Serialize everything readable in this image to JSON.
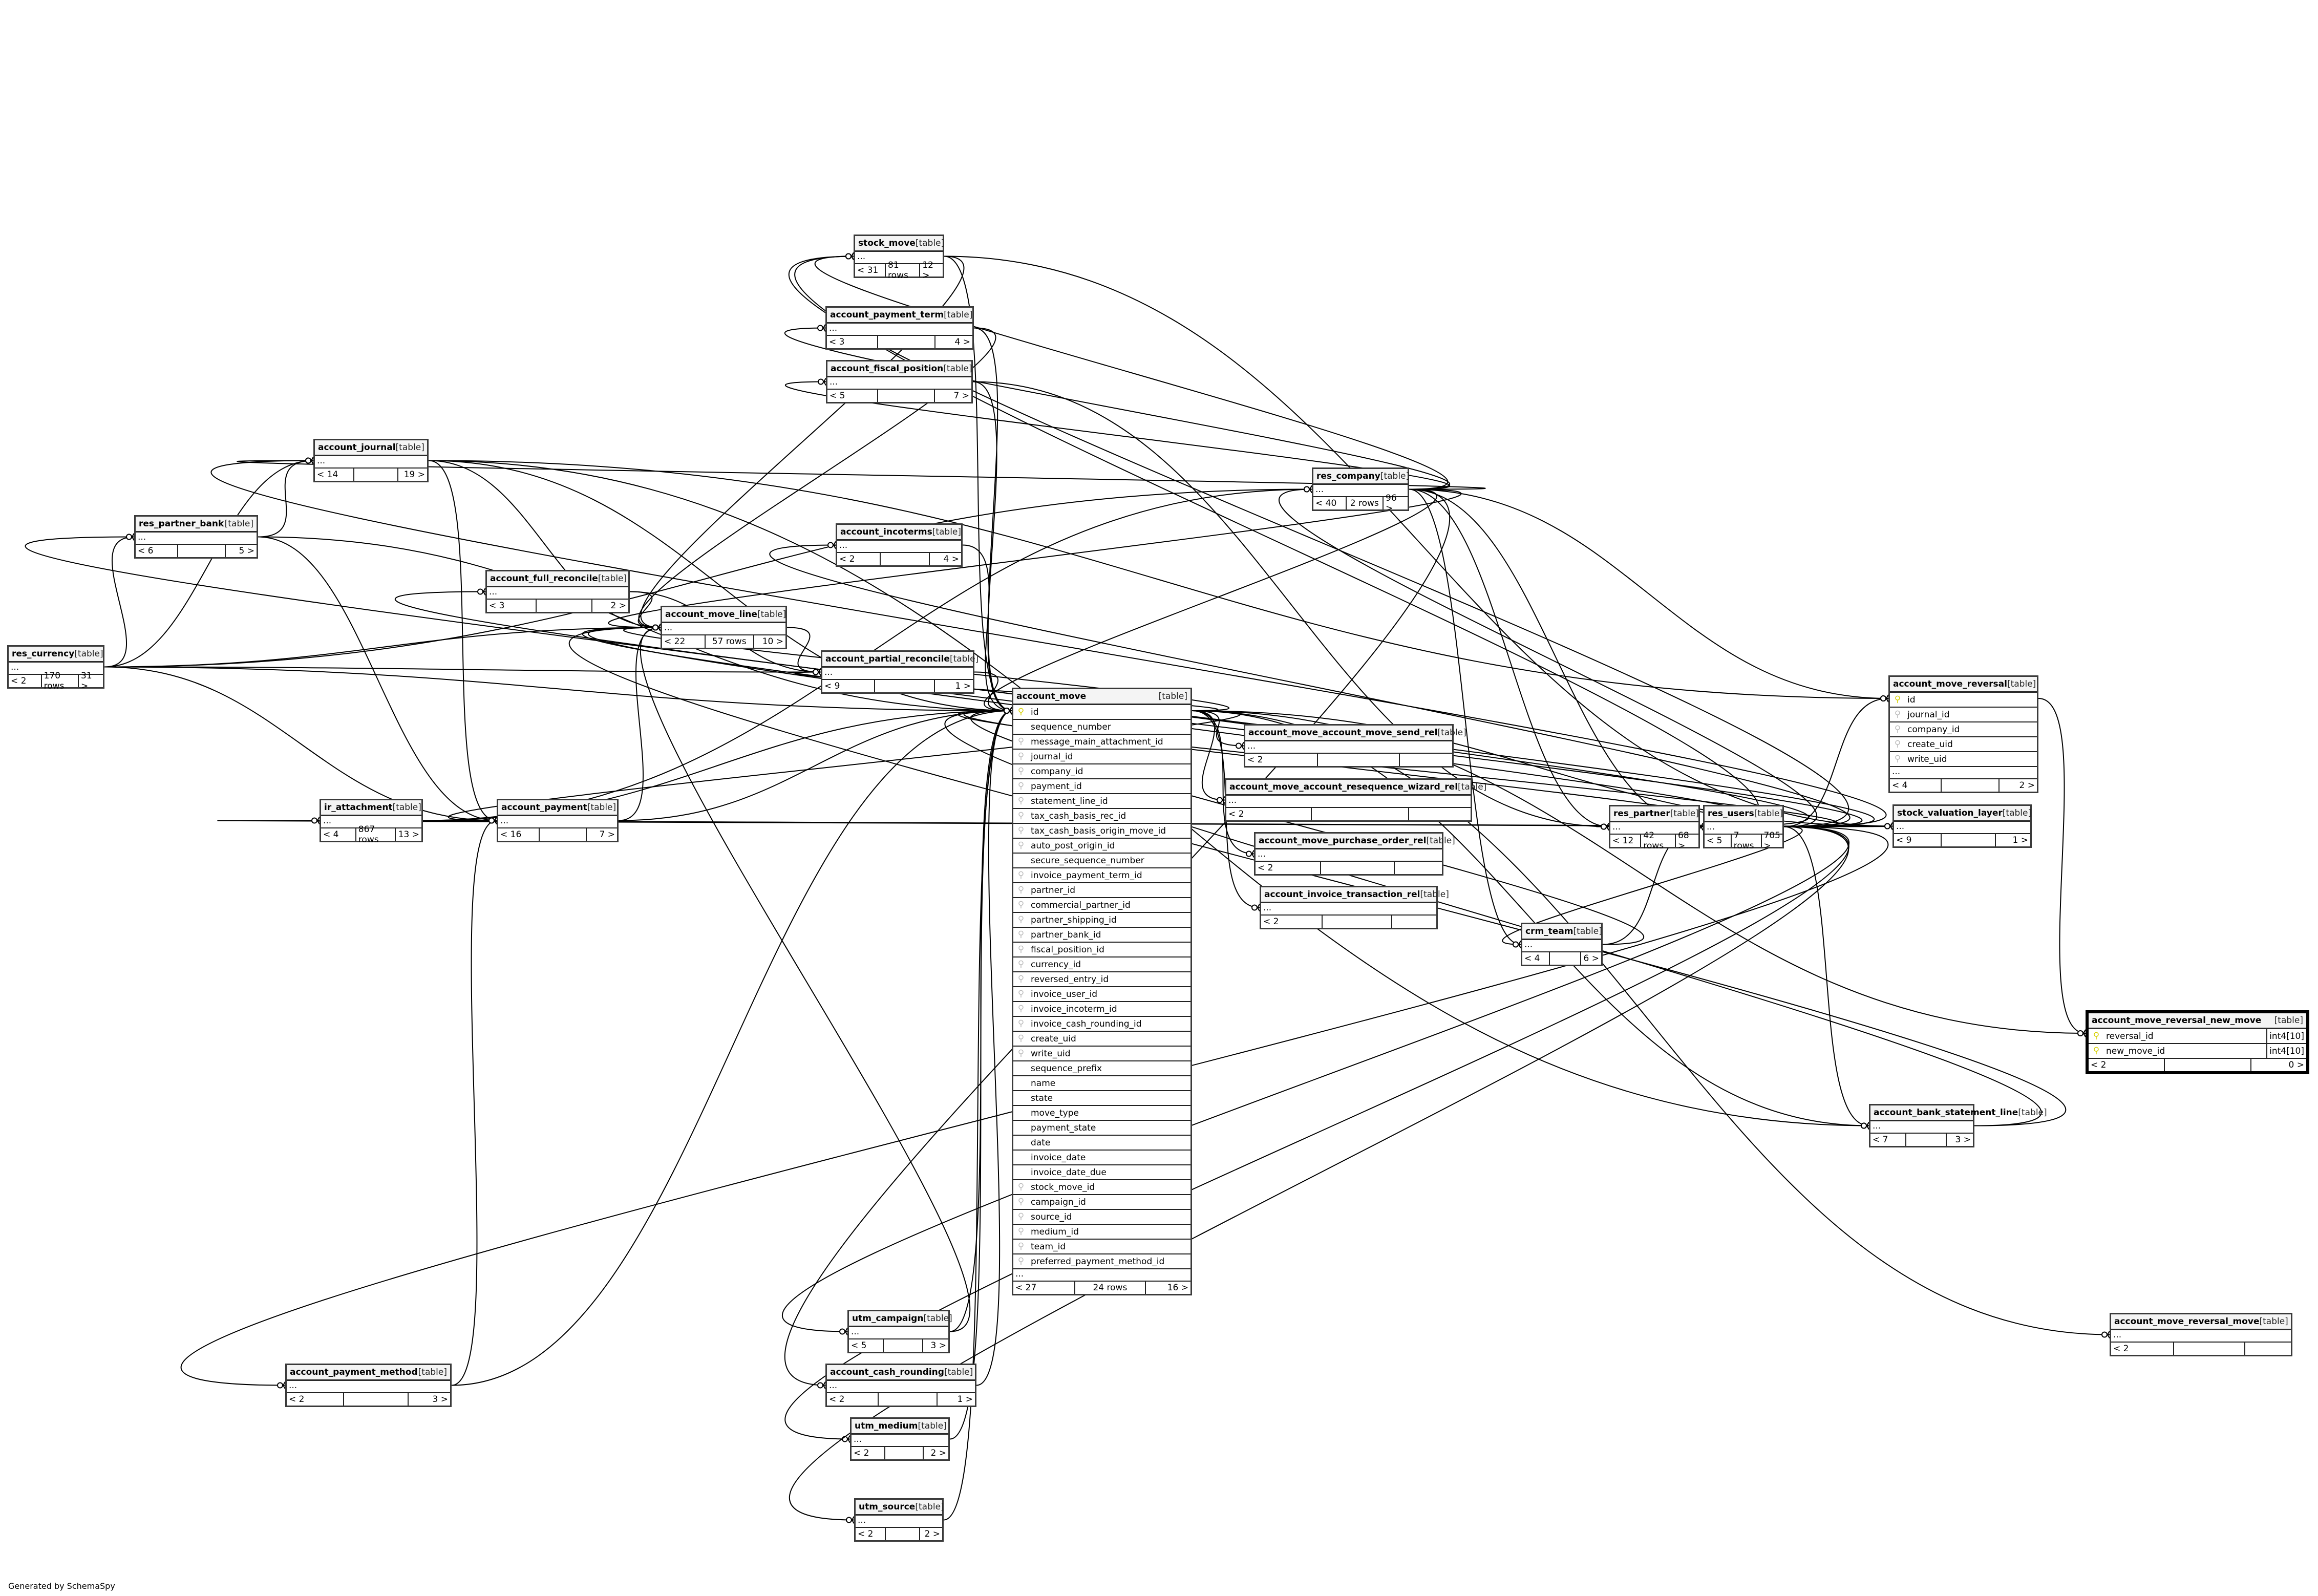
{
  "diagram": {
    "generator_note": "Generated by SchemaSpy",
    "kind_label": "[table]",
    "ellipsis": "...",
    "pk_icon": "key-icon-primary",
    "fk_icon": "key-icon-foreign",
    "tables": [
      {
        "id": "res_currency",
        "name": "res_currency",
        "parents": "< 2",
        "rows": "170 rows",
        "children": "31 >"
      },
      {
        "id": "res_partner_bank",
        "name": "res_partner_bank",
        "parents": "< 6",
        "rows": "",
        "children": "5 >"
      },
      {
        "id": "account_journal",
        "name": "account_journal",
        "parents": "< 14",
        "rows": "",
        "children": "19 >"
      },
      {
        "id": "account_full_reconcile",
        "name": "account_full_reconcile",
        "parents": "< 3",
        "rows": "",
        "children": "2 >"
      },
      {
        "id": "account_move_line",
        "name": "account_move_line",
        "parents": "< 22",
        "rows": "57 rows",
        "children": "10 >"
      },
      {
        "id": "account_partial_reconcile",
        "name": "account_partial_reconcile",
        "parents": "< 9",
        "rows": "",
        "children": "1 >"
      },
      {
        "id": "stock_move",
        "name": "stock_move",
        "parents": "< 31",
        "rows": "81 rows",
        "children": "12 >"
      },
      {
        "id": "account_payment_term",
        "name": "account_payment_term",
        "parents": "< 3",
        "rows": "",
        "children": "4 >"
      },
      {
        "id": "account_fiscal_position",
        "name": "account_fiscal_position",
        "parents": "< 5",
        "rows": "",
        "children": "7 >"
      },
      {
        "id": "account_incoterms",
        "name": "account_incoterms",
        "parents": "< 2",
        "rows": "",
        "children": "4 >"
      },
      {
        "id": "res_company",
        "name": "res_company",
        "parents": "< 40",
        "rows": "2 rows",
        "children": "96 >"
      },
      {
        "id": "ir_attachment",
        "name": "ir_attachment",
        "parents": "< 4",
        "rows": "867 rows",
        "children": "13 >"
      },
      {
        "id": "account_payment",
        "name": "account_payment",
        "parents": "< 16",
        "rows": "",
        "children": "7 >"
      },
      {
        "id": "account_move_account_move_send_rel",
        "name": "account_move_account_move_send_rel",
        "parents": "< 2",
        "rows": "",
        "children": ""
      },
      {
        "id": "account_move_account_resequence_wizard_rel",
        "name": "account_move_account_resequence_wizard_rel",
        "parents": "< 2",
        "rows": "",
        "children": ""
      },
      {
        "id": "account_move_purchase_order_rel",
        "name": "account_move_purchase_order_rel",
        "parents": "< 2",
        "rows": "",
        "children": ""
      },
      {
        "id": "account_invoice_transaction_rel",
        "name": "account_invoice_transaction_rel",
        "parents": "< 2",
        "rows": "",
        "children": ""
      },
      {
        "id": "crm_team",
        "name": "crm_team",
        "parents": "< 4",
        "rows": "",
        "children": "6 >"
      },
      {
        "id": "res_partner",
        "name": "res_partner",
        "parents": "< 12",
        "rows": "42 rows",
        "children": "68 >"
      },
      {
        "id": "res_users",
        "name": "res_users",
        "parents": "< 5",
        "rows": "7 rows",
        "children": "705 >"
      },
      {
        "id": "stock_valuation_layer",
        "name": "stock_valuation_layer",
        "parents": "< 9",
        "rows": "",
        "children": "1 >"
      },
      {
        "id": "account_bank_statement_line",
        "name": "account_bank_statement_line",
        "parents": "< 7",
        "rows": "",
        "children": "3 >"
      },
      {
        "id": "account_move_reversal_move",
        "name": "account_move_reversal_move",
        "parents": "< 2",
        "rows": "",
        "children": ""
      },
      {
        "id": "utm_campaign",
        "name": "utm_campaign",
        "parents": "< 5",
        "rows": "",
        "children": "3 >"
      },
      {
        "id": "account_cash_rounding",
        "name": "account_cash_rounding",
        "parents": "< 2",
        "rows": "",
        "children": "1 >"
      },
      {
        "id": "utm_medium",
        "name": "utm_medium",
        "parents": "< 2",
        "rows": "",
        "children": "2 >"
      },
      {
        "id": "utm_source",
        "name": "utm_source",
        "parents": "< 2",
        "rows": "",
        "children": "2 >"
      },
      {
        "id": "account_payment_method",
        "name": "account_payment_method",
        "parents": "< 2",
        "rows": "",
        "children": "3 >"
      }
    ],
    "account_move": {
      "name": "account_move",
      "columns": [
        {
          "name": "id",
          "key": "pk"
        },
        {
          "name": "sequence_number",
          "key": ""
        },
        {
          "name": "message_main_attachment_id",
          "key": "fk"
        },
        {
          "name": "journal_id",
          "key": "fk"
        },
        {
          "name": "company_id",
          "key": "fk"
        },
        {
          "name": "payment_id",
          "key": "fk"
        },
        {
          "name": "statement_line_id",
          "key": "fk"
        },
        {
          "name": "tax_cash_basis_rec_id",
          "key": "fk"
        },
        {
          "name": "tax_cash_basis_origin_move_id",
          "key": "fk"
        },
        {
          "name": "auto_post_origin_id",
          "key": "fk"
        },
        {
          "name": "secure_sequence_number",
          "key": ""
        },
        {
          "name": "invoice_payment_term_id",
          "key": "fk"
        },
        {
          "name": "partner_id",
          "key": "fk"
        },
        {
          "name": "commercial_partner_id",
          "key": "fk"
        },
        {
          "name": "partner_shipping_id",
          "key": "fk"
        },
        {
          "name": "partner_bank_id",
          "key": "fk"
        },
        {
          "name": "fiscal_position_id",
          "key": "fk"
        },
        {
          "name": "currency_id",
          "key": "fk"
        },
        {
          "name": "reversed_entry_id",
          "key": "fk"
        },
        {
          "name": "invoice_user_id",
          "key": "fk"
        },
        {
          "name": "invoice_incoterm_id",
          "key": "fk"
        },
        {
          "name": "invoice_cash_rounding_id",
          "key": "fk"
        },
        {
          "name": "create_uid",
          "key": "fk"
        },
        {
          "name": "write_uid",
          "key": "fk"
        },
        {
          "name": "sequence_prefix",
          "key": ""
        },
        {
          "name": "name",
          "key": ""
        },
        {
          "name": "state",
          "key": ""
        },
        {
          "name": "move_type",
          "key": ""
        },
        {
          "name": "payment_state",
          "key": ""
        },
        {
          "name": "date",
          "key": ""
        },
        {
          "name": "invoice_date",
          "key": ""
        },
        {
          "name": "invoice_date_due",
          "key": ""
        },
        {
          "name": "stock_move_id",
          "key": "fk"
        },
        {
          "name": "campaign_id",
          "key": "fk"
        },
        {
          "name": "source_id",
          "key": "fk"
        },
        {
          "name": "medium_id",
          "key": "fk"
        },
        {
          "name": "team_id",
          "key": "fk"
        },
        {
          "name": "preferred_payment_method_id",
          "key": "fk"
        }
      ],
      "parents": "< 27",
      "rows": "24 rows",
      "children": "16 >"
    },
    "account_move_reversal": {
      "name": "account_move_reversal",
      "columns": [
        {
          "name": "id",
          "key": "pk"
        },
        {
          "name": "journal_id",
          "key": "fk"
        },
        {
          "name": "company_id",
          "key": "fk"
        },
        {
          "name": "create_uid",
          "key": "fk"
        },
        {
          "name": "write_uid",
          "key": "fk"
        }
      ],
      "parents": "< 4",
      "rows": "",
      "children": "2 >"
    },
    "account_move_reversal_new_move": {
      "name": "account_move_reversal_new_move",
      "columns": [
        {
          "name": "reversal_id",
          "key": "pk",
          "type": "int4[10]"
        },
        {
          "name": "new_move_id",
          "key": "pk",
          "type": "int4[10]"
        }
      ],
      "parents": "< 2",
      "rows": "",
      "children": "0 >"
    },
    "relationships": [
      [
        "account_move",
        "account_move_account_move_send_rel"
      ],
      [
        "account_move",
        "account_move_account_resequence_wizard_rel"
      ],
      [
        "account_move",
        "account_move_purchase_order_rel"
      ],
      [
        "account_move",
        "account_invoice_transaction_rel"
      ],
      [
        "account_move",
        "account_move_reversal_new_move"
      ],
      [
        "account_move",
        "account_move_line"
      ],
      [
        "account_move",
        "account_partial_reconcile"
      ],
      [
        "account_move",
        "account_bank_statement_line"
      ],
      [
        "account_move",
        "account_payment"
      ],
      [
        "account_move",
        "stock_valuation_layer"
      ],
      [
        "account_move",
        "account_move_reversal_move"
      ],
      [
        "ir_attachment",
        "account_move"
      ],
      [
        "account_journal",
        "account_move"
      ],
      [
        "res_company",
        "account_move"
      ],
      [
        "account_payment",
        "account_move"
      ],
      [
        "account_bank_statement_line",
        "account_move"
      ],
      [
        "account_partial_reconcile",
        "account_move"
      ],
      [
        "account_payment_term",
        "account_move"
      ],
      [
        "res_partner",
        "account_move"
      ],
      [
        "res_partner_bank",
        "account_move"
      ],
      [
        "account_fiscal_position",
        "account_move"
      ],
      [
        "res_currency",
        "account_move"
      ],
      [
        "res_users",
        "account_move"
      ],
      [
        "account_incoterms",
        "account_move"
      ],
      [
        "account_cash_rounding",
        "account_move"
      ],
      [
        "stock_move",
        "account_move"
      ],
      [
        "utm_campaign",
        "account_move"
      ],
      [
        "utm_source",
        "account_move"
      ],
      [
        "utm_medium",
        "account_move"
      ],
      [
        "crm_team",
        "account_move"
      ],
      [
        "account_payment_method",
        "account_move"
      ],
      [
        "account_move_reversal",
        "account_move_reversal_new_move"
      ],
      [
        "account_journal",
        "account_move_reversal"
      ],
      [
        "res_company",
        "account_move_reversal"
      ],
      [
        "res_users",
        "account_move_reversal"
      ],
      [
        "res_currency",
        "res_company"
      ],
      [
        "res_currency",
        "account_journal"
      ],
      [
        "res_currency",
        "account_move_line"
      ],
      [
        "res_currency",
        "account_payment"
      ],
      [
        "res_currency",
        "account_partial_reconcile"
      ],
      [
        "res_currency",
        "res_partner_bank"
      ],
      [
        "res_company",
        "account_journal"
      ],
      [
        "res_company",
        "res_partner"
      ],
      [
        "res_company",
        "res_users"
      ],
      [
        "res_company",
        "stock_move"
      ],
      [
        "res_company",
        "account_move_line"
      ],
      [
        "res_company",
        "crm_team"
      ],
      [
        "res_company",
        "account_payment_term"
      ],
      [
        "res_company",
        "account_fiscal_position"
      ],
      [
        "res_company",
        "account_cash_rounding"
      ],
      [
        "res_users",
        "res_partner"
      ],
      [
        "res_users",
        "res_company"
      ],
      [
        "res_users",
        "account_journal"
      ],
      [
        "res_users",
        "stock_move"
      ],
      [
        "res_users",
        "account_move_line"
      ],
      [
        "res_users",
        "crm_team"
      ],
      [
        "res_users",
        "utm_campaign"
      ],
      [
        "res_users",
        "utm_medium"
      ],
      [
        "res_users",
        "utm_source"
      ],
      [
        "res_users",
        "account_payment"
      ],
      [
        "res_users",
        "ir_attachment"
      ],
      [
        "res_users",
        "account_bank_statement_line"
      ],
      [
        "res_users",
        "stock_valuation_layer"
      ],
      [
        "res_users",
        "account_payment_method"
      ],
      [
        "res_users",
        "account_full_reconcile"
      ],
      [
        "res_users",
        "account_incoterms"
      ],
      [
        "res_partner",
        "res_partner_bank"
      ],
      [
        "res_partner",
        "res_users"
      ],
      [
        "res_partner",
        "account_move_line"
      ],
      [
        "res_partner",
        "account_payment"
      ],
      [
        "res_partner",
        "stock_move"
      ],
      [
        "account_journal",
        "account_move_line"
      ],
      [
        "account_journal",
        "account_payment"
      ],
      [
        "account_journal",
        "account_bank_statement_line"
      ],
      [
        "account_move_line",
        "account_partial_reconcile"
      ],
      [
        "account_full_reconcile",
        "account_move_line"
      ],
      [
        "account_full_reconcile",
        "account_partial_reconcile"
      ],
      [
        "stock_move",
        "account_move_line"
      ],
      [
        "stock_move",
        "stock_valuation_layer"
      ],
      [
        "account_payment",
        "account_move_line"
      ],
      [
        "account_payment_method",
        "account_payment"
      ],
      [
        "crm_team",
        "res_users"
      ],
      [
        "ir_attachment",
        "res_company"
      ],
      [
        "res_partner_bank",
        "account_payment"
      ],
      [
        "res_partner_bank",
        "account_journal"
      ],
      [
        "account_bank_statement_line",
        "account_move_line"
      ],
      [
        "utm_campaign",
        "account_move_line"
      ],
      [
        "account_payment_term",
        "account_move_line"
      ],
      [
        "account_fiscal_position",
        "res_partner"
      ]
    ]
  }
}
